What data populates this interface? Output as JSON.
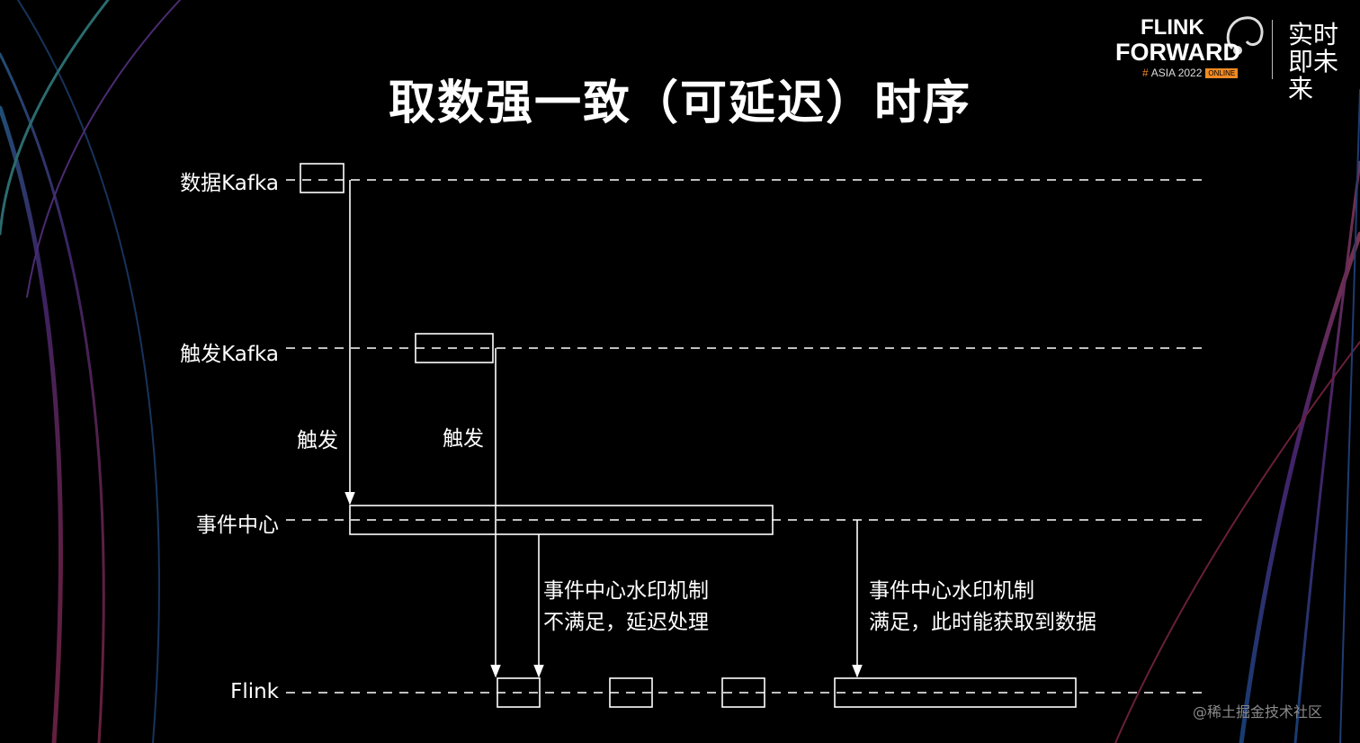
{
  "title": "取数强一致（可延迟）时序",
  "logo": {
    "line1": "FLINK",
    "line2": "FORWARD",
    "hash": "#",
    "event": "ASIA 2022",
    "online_badge": "ONLINE",
    "slogan": "实时即未来",
    "mascot_icon": "squirrel-icon"
  },
  "lanes": [
    {
      "id": "data-kafka",
      "label": "数据Kafka"
    },
    {
      "id": "trigger-kafka",
      "label": "触发Kafka"
    },
    {
      "id": "event-center",
      "label": "事件中心"
    },
    {
      "id": "flink",
      "label": "Flink"
    }
  ],
  "triggers": {
    "first": "触发",
    "second": "触发"
  },
  "notes": {
    "not_satisfied": {
      "line1": "事件中心水印机制",
      "line2": "不满足，延迟处理"
    },
    "satisfied": {
      "line1": "事件中心水印机制",
      "line2": "满足，此时能获取到数据"
    }
  },
  "watermark": "@稀土掘金技术社区",
  "colors": {
    "background": "#000000",
    "lines": "#ffffff",
    "accent": "#f08a24"
  }
}
